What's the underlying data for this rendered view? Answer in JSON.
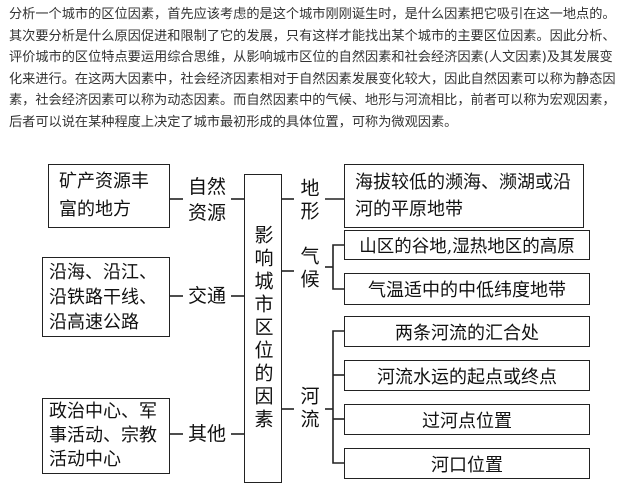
{
  "paragraph": [
    "分析一个城市的区位因素，首先应该考虑的是这个城市刚刚诞生时，是什么因素把它吸引在这一地点的。其次要分析是什么原因促进和限制了它的发展，只有这样才能找出某个城市的主要区位因素。因此分析、评价城市的区位特点要运用综合思维，从影响城市区位的自然因素和社会经济因素(人文因素)及其发展变化来进行。在这两大因素中，社会经济因素相对于自然因素发展变化较大，因此自然因素可以称为静态因素，社会经济因素可以称为动态因素。而自然因素中的气候、地形与河流相比，前者可以称为宏观因素，后者可以说在某种程度上决定了城市最初形成的具体位置，可称为微观因素。"
  ],
  "diagram": {
    "center": "影响城市区位的因素",
    "left": [
      {
        "label": "自然资源",
        "example": "矿产资源丰富的地方"
      },
      {
        "label": "交通",
        "example": "沿海、沿江、沿铁路干线、沿高速公路"
      },
      {
        "label": "其他",
        "example": "政治中心、军事活动、宗教活动中心"
      }
    ],
    "right": [
      {
        "label": "地形",
        "items": [
          "海拔较低的濒海、濒湖或沿河的平原地带"
        ]
      },
      {
        "label": "气候",
        "items": [
          "山区的谷地,湿热地区的高原",
          "气温适中的中低纬度地带"
        ]
      },
      {
        "label": "河流",
        "items": [
          "两条河流的汇合处",
          "河流水运的起点或终点",
          "过河点位置",
          "河口位置"
        ]
      }
    ]
  }
}
